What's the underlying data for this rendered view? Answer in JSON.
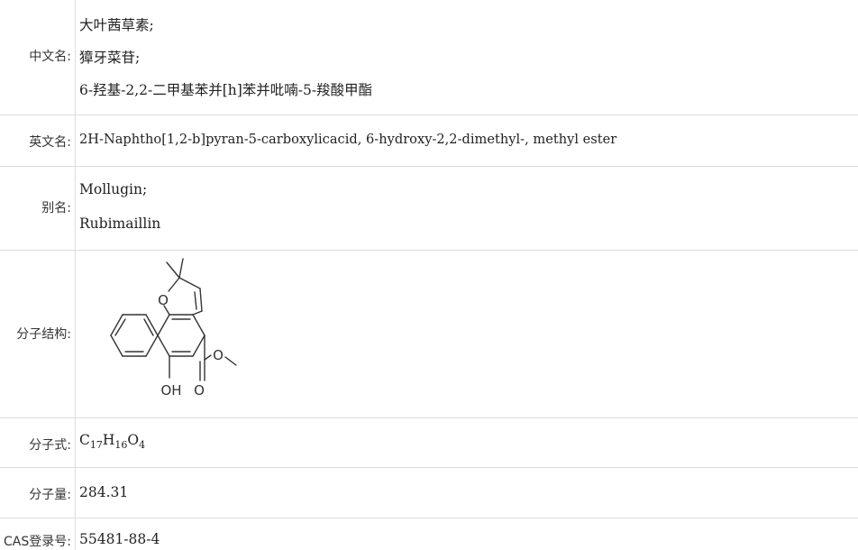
{
  "rows": {
    "chinese_name": {
      "label": "中文名:",
      "values": [
        "大叶茜草素;",
        "獐牙菜苷;",
        "6-羟基-2,2-二甲基苯并[h]苯并吡喃-5-羧酸甲酯"
      ]
    },
    "english_name": {
      "label": "英文名:",
      "value": "2H-Naphtho[1,2-b]pyran-5-carboxylicacid, 6-hydroxy-2,2-dimethyl-, methyl ester"
    },
    "alias": {
      "label": "别名:",
      "values": [
        "Mollugin;",
        "Rubimaillin"
      ]
    },
    "structure": {
      "label": "分子结构:",
      "atom_labels": {
        "ring_oxygen": "O",
        "hydroxyl": "OH",
        "ester_oxygen": "O",
        "carbonyl_oxygen": "O"
      }
    },
    "formula": {
      "label": "分子式:",
      "parts": [
        {
          "el": "C",
          "n": "17"
        },
        {
          "el": "H",
          "n": "16"
        },
        {
          "el": "O",
          "n": "4"
        }
      ]
    },
    "mol_weight": {
      "label": "分子量:",
      "value": "284.31"
    },
    "cas": {
      "label": "CAS登录号:",
      "value": "55481-88-4"
    }
  }
}
